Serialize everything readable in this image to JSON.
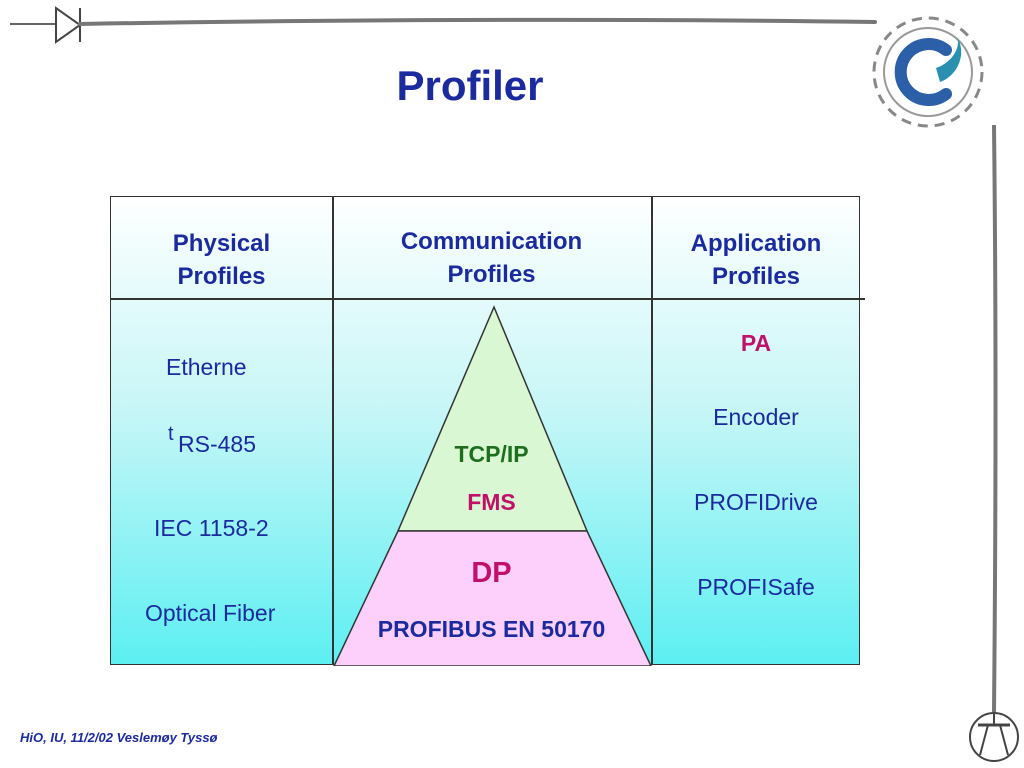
{
  "slide": {
    "title": "Profiler",
    "footer": "HiO, IU, 11/2/02 Veslemøy Tyssø"
  },
  "columns": [
    {
      "header_line1": "Physical",
      "header_line2": "Profiles"
    },
    {
      "header_line1": "Communication",
      "header_line2": "Profiles"
    },
    {
      "header_line1": "Application",
      "header_line2": "Profiles"
    }
  ],
  "physical_profiles": [
    "Etherne",
    "t",
    "RS-485",
    "IEC 1158-2",
    "Optical Fiber"
  ],
  "communication_pyramid": {
    "top_lines": [
      "TCP/IP",
      "FMS"
    ],
    "bottom_lines": [
      "DP",
      "PROFIBUS EN 50170"
    ],
    "colors": {
      "top_fill": "#d9f7d2",
      "bottom_fill": "#fcd0fa",
      "green_text": "#1d6e1d",
      "magenta_text": "#c0106a",
      "blue_text": "#1b2a9c"
    }
  },
  "application_profiles": [
    "PA",
    "Encoder",
    "PROFIDrive",
    "PROFISafe"
  ],
  "colors": {
    "title": "#1b2a9c",
    "accent": "#c0106a"
  },
  "icons": [
    "diode-icon",
    "gear-logo-icon",
    "transistor-icon"
  ]
}
